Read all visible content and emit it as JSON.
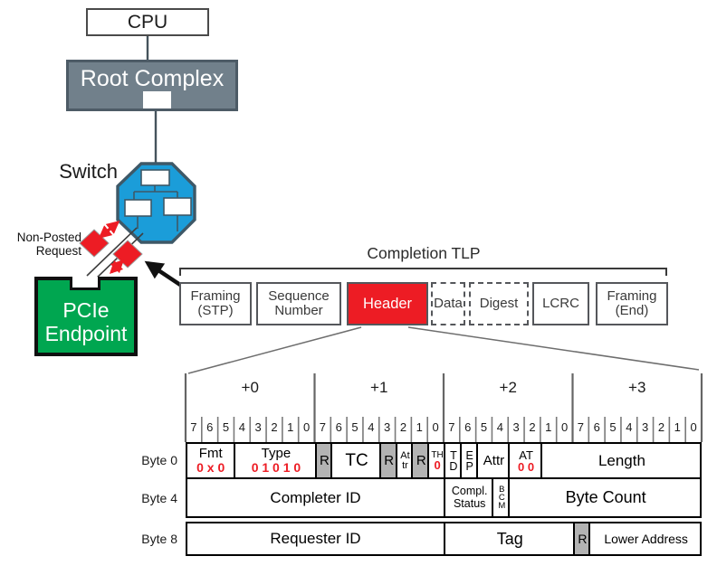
{
  "topology": {
    "cpu_label": "CPU",
    "root_complex_label": "Root Complex",
    "switch_label": "Switch",
    "non_posted_request_label": [
      "Non-Posted",
      "Request"
    ],
    "endpoint_label": [
      "PCIe",
      "Endpoint"
    ]
  },
  "tlp": {
    "title": "Completion TLP",
    "fields": [
      {
        "label1": "Framing",
        "label2": "(STP)"
      },
      {
        "label1": "Sequence",
        "label2": "Number"
      },
      {
        "label1": "Header"
      },
      {
        "label1": "Data"
      },
      {
        "label1": "Digest"
      },
      {
        "label1": "LCRC"
      },
      {
        "label1": "Framing",
        "label2": "(End)"
      }
    ]
  },
  "header_table": {
    "byte_offsets": [
      "+0",
      "+1",
      "+2",
      "+3"
    ],
    "bit_numbers": [
      "7",
      "6",
      "5",
      "4",
      "3",
      "2",
      "1",
      "0"
    ],
    "row_labels": [
      "Byte 0",
      "Byte 4",
      "Byte 8"
    ],
    "byte0": {
      "fmt": {
        "label": "Fmt",
        "value": "0 x 0"
      },
      "type": {
        "label": "Type",
        "value": "0 1 0 1 0"
      },
      "r": "R",
      "tc": "TC",
      "attr_bit2": {
        "line1": "At",
        "line2": "tr"
      },
      "th": {
        "label": "TH",
        "value": "0"
      },
      "td": {
        "line1": "T",
        "line2": "D"
      },
      "ep": {
        "line1": "E",
        "line2": "P"
      },
      "attr": "Attr",
      "at": {
        "label": "AT",
        "value": "0 0"
      },
      "length": "Length"
    },
    "byte4": {
      "completer_id": "Completer ID",
      "compl_status": {
        "line1": "Compl.",
        "line2": "Status"
      },
      "bcm": {
        "line1": "B",
        "line2": "C",
        "line3": "M"
      },
      "byte_count": "Byte Count"
    },
    "byte8": {
      "requester_id": "Requester ID",
      "tag": "Tag",
      "r": "R",
      "lower_address": "Lower Address"
    }
  },
  "colors": {
    "switch_fill": "#1b9dd9",
    "endpoint_fill": "#00a650",
    "root_complex_fill": "#71808b",
    "header_field_fill": "#ed1c24",
    "packet_icon_fill": "#ed1c24",
    "reserved_bit_fill": "#b3b3b3",
    "binary_value_text": "#ed1c24"
  }
}
